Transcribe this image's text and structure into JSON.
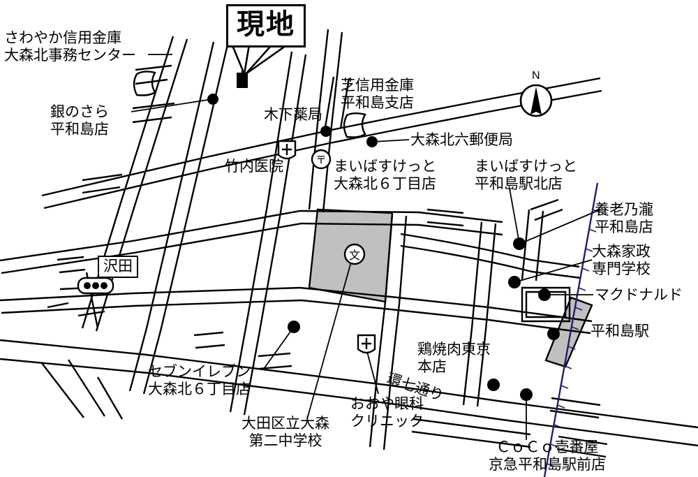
{
  "map": {
    "title_marker": {
      "label": "現地",
      "name": "site-callout"
    },
    "compass": {
      "north_label": "N"
    },
    "intersection": {
      "label": "沢田"
    },
    "road_label": {
      "kanpachi": "環七通り"
    },
    "colors": {
      "road_outline": "#000000",
      "road_fill": "#ffffff",
      "block_gray": "#c0c0c0",
      "railway": "#1f1f6e",
      "text": "#000000",
      "background": "#ffffff"
    },
    "poi_labels": [
      {
        "id": "sawayaka-shinkin",
        "lines": [
          "さわやか信用金庫",
          "大森北事務センター"
        ],
        "align": "left"
      },
      {
        "id": "gin-no-sara",
        "lines": [
          "銀のさら",
          "平和島店"
        ],
        "align": "left"
      },
      {
        "id": "kinoshita-yakkyoku",
        "lines": [
          "木下薬局"
        ],
        "align": "left"
      },
      {
        "id": "takeuchi-iin",
        "lines": [
          "竹内医院"
        ],
        "align": "left"
      },
      {
        "id": "shiba-shinkin",
        "lines": [
          "芝信用金庫",
          "平和島支店"
        ],
        "align": "left"
      },
      {
        "id": "omori-kita-roku-yubinkyoku",
        "lines": [
          "大森北六郵便局"
        ],
        "align": "left"
      },
      {
        "id": "maibasuketto-omorikita6",
        "lines": [
          "まいばすけっと",
          "大森北６丁目店"
        ],
        "align": "left"
      },
      {
        "id": "maibasuketto-heiwajimaekikita",
        "lines": [
          "まいばすけっと",
          "平和島駅北店"
        ],
        "align": "left"
      },
      {
        "id": "yoronotaki",
        "lines": [
          "養老乃瀧",
          "平和島店"
        ],
        "align": "left"
      },
      {
        "id": "omori-kasei",
        "lines": [
          "大森家政",
          "専門学校"
        ],
        "align": "left"
      },
      {
        "id": "mcdonalds",
        "lines": [
          "マクドナルド"
        ],
        "align": "left"
      },
      {
        "id": "heiwajima-eki",
        "lines": [
          "平和島駅"
        ],
        "align": "left"
      },
      {
        "id": "toriyakiniku-tokyo",
        "lines": [
          "鶏焼肉東京",
          "本店"
        ],
        "align": "left"
      },
      {
        "id": "seven-eleven",
        "lines": [
          "セブンイレブン",
          "大森北６丁目店"
        ],
        "align": "left"
      },
      {
        "id": "otaku-daini-chugakko",
        "lines": [
          "大田区立大森",
          "第二中学校"
        ],
        "align": "center"
      },
      {
        "id": "ooya-ganka",
        "lines": [
          "おおや眼科",
          "クリニック"
        ],
        "align": "left"
      },
      {
        "id": "coco-ichibanya",
        "lines": [
          "ＣｏＣｏ壱番屋",
          "京急平和島駅前店"
        ],
        "align": "center"
      }
    ],
    "symbols": [
      {
        "id": "school-symbol",
        "glyph": "文"
      },
      {
        "id": "post-office-symbol",
        "glyph": "〒"
      },
      {
        "id": "hospital-symbol-takeuchi",
        "glyph": "十"
      },
      {
        "id": "hospital-symbol-ooya",
        "glyph": "十"
      }
    ]
  }
}
